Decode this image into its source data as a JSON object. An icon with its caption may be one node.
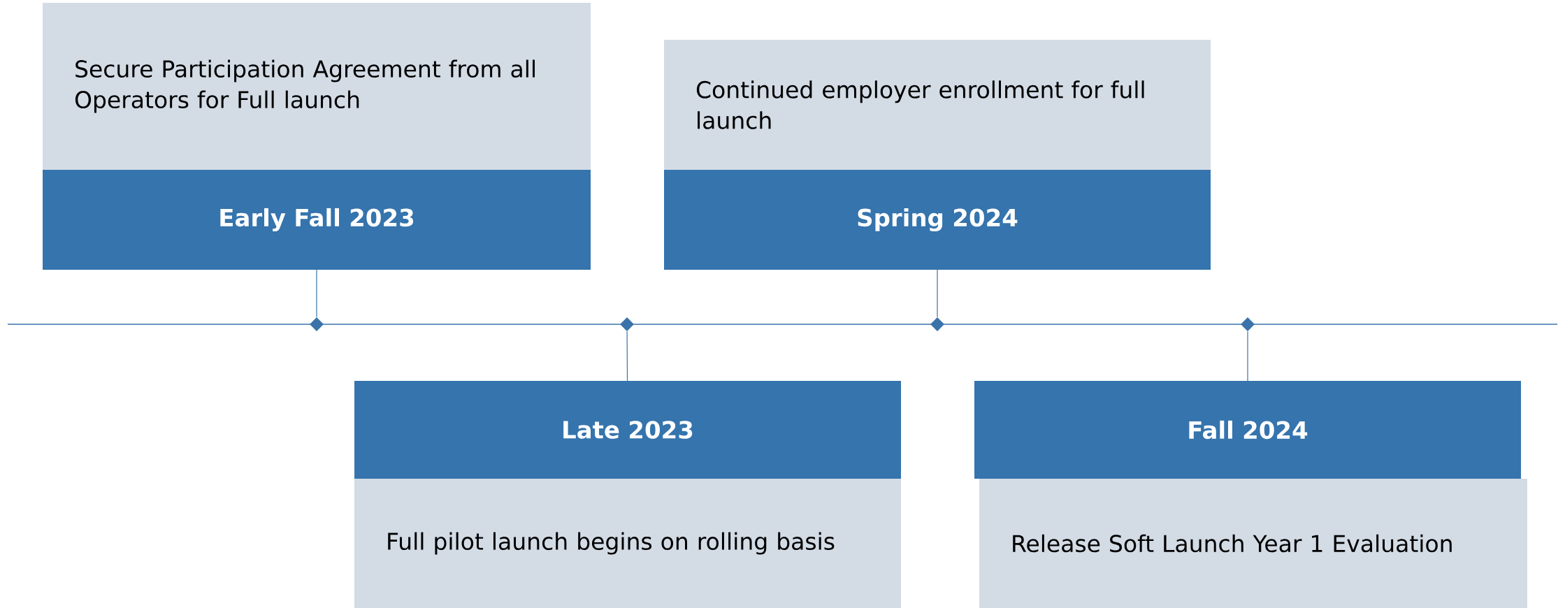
{
  "diagram": {
    "nodes": [
      {
        "text": [
          "Secure Participation Agreement from all Operators for Full launch"
        ]
      },
      {
        "text": [
          "Early Fall 2023"
        ]
      },
      {
        "text": [
          "Continued employer enrollment for full launch"
        ]
      },
      {
        "text": [
          "Spring 2024"
        ]
      },
      {
        "text": [],
        "shape": "diamond"
      },
      {
        "text": [],
        "shape": "diamond"
      },
      {
        "text": [],
        "shape": "diamond"
      },
      {
        "text": [],
        "shape": "diamond"
      },
      {
        "text": [
          "Late 2023"
        ]
      },
      {
        "text": [
          "Full pilot launch begins on rolling basis"
        ]
      },
      {
        "text": [
          "Fall 2024"
        ]
      },
      {
        "text": [
          "Release Soft Launch Year 1 Evaluation"
        ]
      }
    ],
    "edges": [
      {
        "from": 1,
        "to": 4,
        "arrow": "none"
      },
      {
        "from": 3,
        "to": 6,
        "arrow": "none"
      },
      {
        "from": 8,
        "to": 5,
        "arrow": "none"
      },
      {
        "from": 10,
        "to": 7,
        "arrow": "none"
      }
    ]
  }
}
